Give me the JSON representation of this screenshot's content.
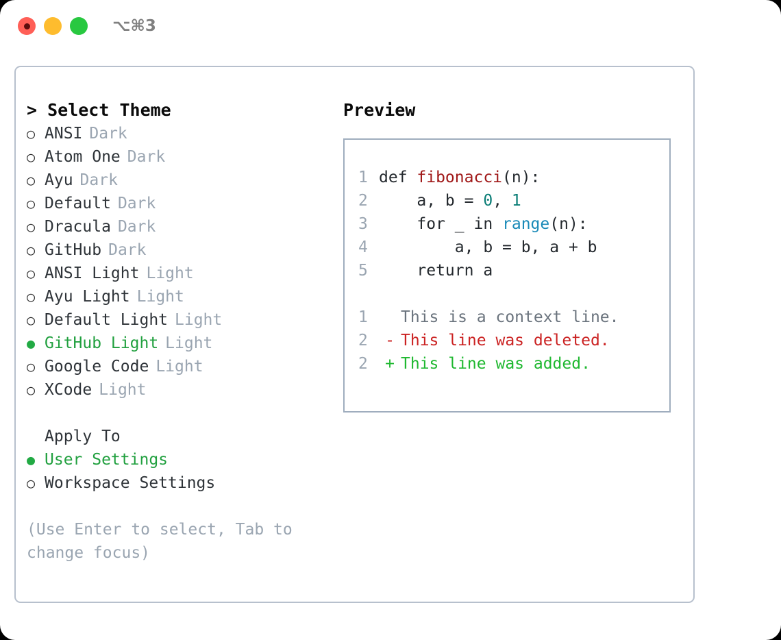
{
  "titlebar": {
    "shortcut": "⌥⌘3",
    "lights": [
      {
        "name": "close",
        "color": "#ff5f57"
      },
      {
        "name": "minimize",
        "color": "#febc2e"
      },
      {
        "name": "zoom",
        "color": "#28c840"
      }
    ]
  },
  "theme_picker": {
    "header": "> Select Theme",
    "items": [
      {
        "bullet": "○",
        "label": "ANSI",
        "tag": "Dark",
        "selected": false
      },
      {
        "bullet": "○",
        "label": "Atom One",
        "tag": "Dark",
        "selected": false
      },
      {
        "bullet": "○",
        "label": "Ayu",
        "tag": "Dark",
        "selected": false
      },
      {
        "bullet": "○",
        "label": "Default",
        "tag": "Dark",
        "selected": false
      },
      {
        "bullet": "○",
        "label": "Dracula",
        "tag": "Dark",
        "selected": false
      },
      {
        "bullet": "○",
        "label": "GitHub",
        "tag": "Dark",
        "selected": false
      },
      {
        "bullet": "○",
        "label": "ANSI Light",
        "tag": "Light",
        "selected": false
      },
      {
        "bullet": "○",
        "label": "Ayu Light",
        "tag": "Light",
        "selected": false
      },
      {
        "bullet": "○",
        "label": "Default Light",
        "tag": "Light",
        "selected": false
      },
      {
        "bullet": "●",
        "label": "GitHub Light",
        "tag": "Light",
        "selected": true
      },
      {
        "bullet": "○",
        "label": "Google Code",
        "tag": "Light",
        "selected": false
      },
      {
        "bullet": "○",
        "label": "XCode",
        "tag": "Light",
        "selected": false
      }
    ]
  },
  "apply_to": {
    "header": "Apply To",
    "items": [
      {
        "bullet": "●",
        "label": "User Settings",
        "selected": true
      },
      {
        "bullet": "○",
        "label": "Workspace Settings",
        "selected": false
      }
    ]
  },
  "hint": "(Use Enter to select, Tab to change focus)",
  "preview": {
    "title": "Preview",
    "code_lines": [
      {
        "number": "1",
        "parts": [
          {
            "text": "def ",
            "style": "plain"
          },
          {
            "text": "fibonacci",
            "style": "fn"
          },
          {
            "text": "(n):",
            "style": "plain"
          }
        ]
      },
      {
        "number": "2",
        "parts": [
          {
            "text": "    a, b = ",
            "style": "plain"
          },
          {
            "text": "0",
            "style": "num"
          },
          {
            "text": ", ",
            "style": "plain"
          },
          {
            "text": "1",
            "style": "num"
          }
        ]
      },
      {
        "number": "3",
        "parts": [
          {
            "text": "    for _ in ",
            "style": "plain"
          },
          {
            "text": "range",
            "style": "call"
          },
          {
            "text": "(n):",
            "style": "plain"
          }
        ]
      },
      {
        "number": "4",
        "parts": [
          {
            "text": "        a, b = b, a + b",
            "style": "plain"
          }
        ]
      },
      {
        "number": "5",
        "parts": [
          {
            "text": "    return a",
            "style": "plain"
          }
        ]
      }
    ],
    "diff_lines": [
      {
        "number": "1",
        "marker": " ",
        "text": "This is a context line.",
        "kind": "ctx"
      },
      {
        "number": "2",
        "marker": "-",
        "text": "This line was deleted.",
        "kind": "del"
      },
      {
        "number": "2",
        "marker": "+",
        "text": "This line was added.",
        "kind": "add"
      }
    ]
  },
  "colors": {
    "accent_green": "#21a03f",
    "tag_gray": "#9aa5b1",
    "border": "#b7c0cd",
    "diff_add": "#1fb830",
    "diff_del": "#cb2222",
    "token_fn": "#a01818",
    "token_num": "#0a7d76",
    "token_call": "#1a8ab8"
  }
}
